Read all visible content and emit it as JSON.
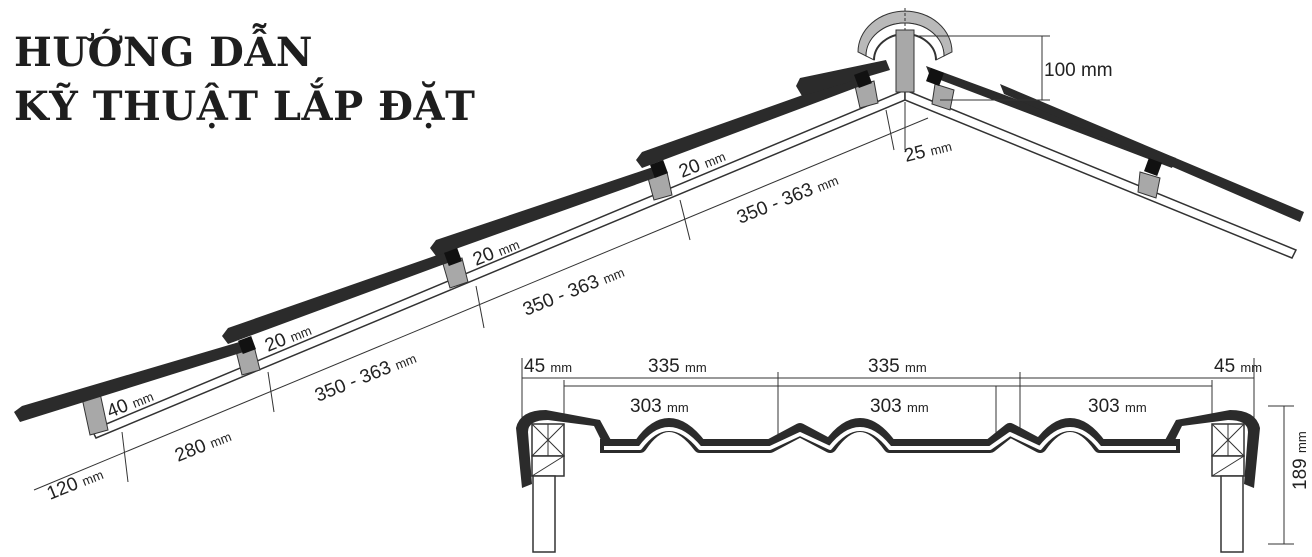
{
  "title": {
    "line1": "HƯỚNG DẪN",
    "line2": "KỸ THUẬT LẮP ĐẶT"
  },
  "unit": "mm",
  "roof_labels": {
    "eave_overhang": "120",
    "first_batten": "280",
    "batten_spacing_1": "350 - 363",
    "batten_spacing_2": "350 - 363",
    "batten_spacing_3": "350 - 363",
    "ridge_gap": "25",
    "ridge_height": "100",
    "eave_batten_thickness": "40",
    "overlap_1": "20",
    "overlap_2": "20",
    "overlap_3": "20"
  },
  "section_labels": {
    "edge_left": "45",
    "cover_left": "335",
    "cover_right": "335",
    "edge_right": "45",
    "width_1": "303",
    "width_2": "303",
    "width_3": "303",
    "height": "189"
  },
  "colors": {
    "tile": "#2b2b2b",
    "batten": "#a8a8a8",
    "rafter": "#555555",
    "line": "#222222"
  }
}
